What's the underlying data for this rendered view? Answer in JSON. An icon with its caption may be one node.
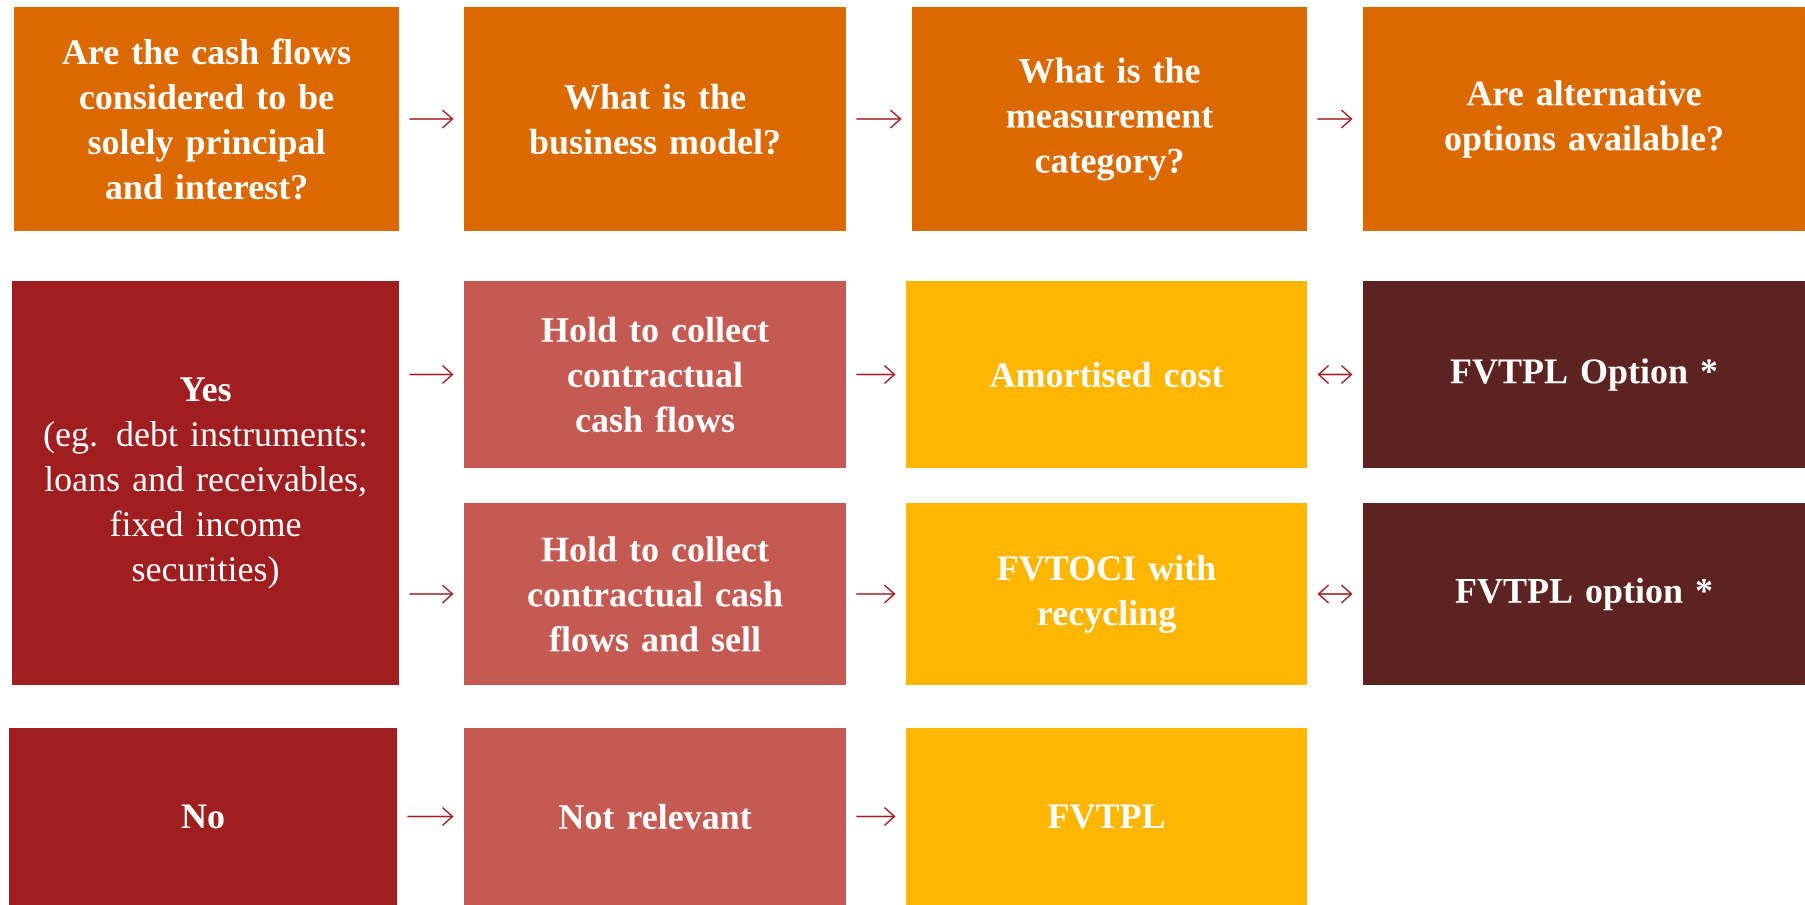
{
  "diagram": {
    "nodes": [
      {
        "text": [
          "Are the cash flows considered to be solely principal and interest?"
        ]
      },
      {
        "text": [
          "What is the business model?"
        ]
      },
      {
        "text": [
          "What is the measurement category?"
        ]
      },
      {
        "text": [
          "Are alternative options available?"
        ]
      },
      {
        "text": [
          "Yes",
          "(eg. debt instruments: loans and receivables, fixed income securities)"
        ]
      },
      {
        "text": [
          "Hold to collect contractual cash flows"
        ]
      },
      {
        "text": [
          "Amortised cost"
        ]
      },
      {
        "text": [
          "FVTPL Option *"
        ]
      },
      {
        "text": [
          "Hold to collect contractual cash flows and sell"
        ]
      },
      {
        "text": [
          "FVTOCI with recycling"
        ]
      },
      {
        "text": [
          "FVTPL option *"
        ]
      },
      {
        "text": [
          "No"
        ]
      },
      {
        "text": [
          "Not relevant"
        ]
      },
      {
        "text": [
          "FVTPL"
        ]
      }
    ],
    "edges": [
      {
        "from": 0,
        "to": 1,
        "arrow": "to"
      },
      {
        "from": 1,
        "to": 2,
        "arrow": "to"
      },
      {
        "from": 2,
        "to": 3,
        "arrow": "to"
      },
      {
        "from": 4,
        "to": 5,
        "arrow": "to"
      },
      {
        "from": 5,
        "to": 6,
        "arrow": "to"
      },
      {
        "from": 6,
        "to": 7,
        "arrow": "both"
      },
      {
        "from": 4,
        "to": 8,
        "arrow": "to"
      },
      {
        "from": 8,
        "to": 9,
        "arrow": "to"
      },
      {
        "from": 9,
        "to": 10,
        "arrow": "both"
      },
      {
        "from": 11,
        "to": 12,
        "arrow": "to"
      },
      {
        "from": 12,
        "to": 13,
        "arrow": "to"
      }
    ]
  }
}
